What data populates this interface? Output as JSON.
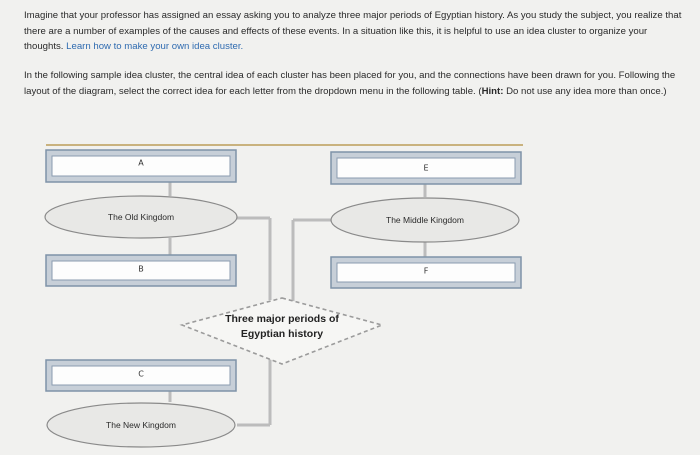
{
  "instructions": {
    "paragraph1_text": "Imagine that your professor has assigned an essay asking you to analyze three major periods of Egyptian history. As you study the subject, you realize that there are a number of examples of the causes and effects of these events. In a situation like this, it is helpful to use an idea cluster to organize your thoughts.",
    "paragraph1_link": "Learn how to make your own idea cluster.",
    "paragraph2_text": "In the following sample idea cluster, the central idea of each cluster has been placed for you, and the connections have been drawn for you. Following the layout of the diagram, select the correct idea for each letter from the dropdown menu in the following table.",
    "hint_label": "Hint:",
    "hint_text": "Do not use any idea more than once.)"
  },
  "diagram": {
    "center_line1": "Three major periods of",
    "center_line2": "Egyptian history",
    "ovals": {
      "old_kingdom": "The Old Kingdom",
      "middle_kingdom": "The Middle Kingdom",
      "new_kingdom": "The New Kingdom"
    },
    "boxes": {
      "a": "A",
      "b": "B",
      "c": "C",
      "e": "E",
      "f": "F"
    }
  },
  "colors": {
    "box_border": "#7f93a8",
    "box_fill": "#c7cfd8",
    "oval_fill": "#e8e8e6",
    "connector": "#bcbcbc",
    "link": "#2f6bb0",
    "top_rule": "#c9b27e"
  }
}
